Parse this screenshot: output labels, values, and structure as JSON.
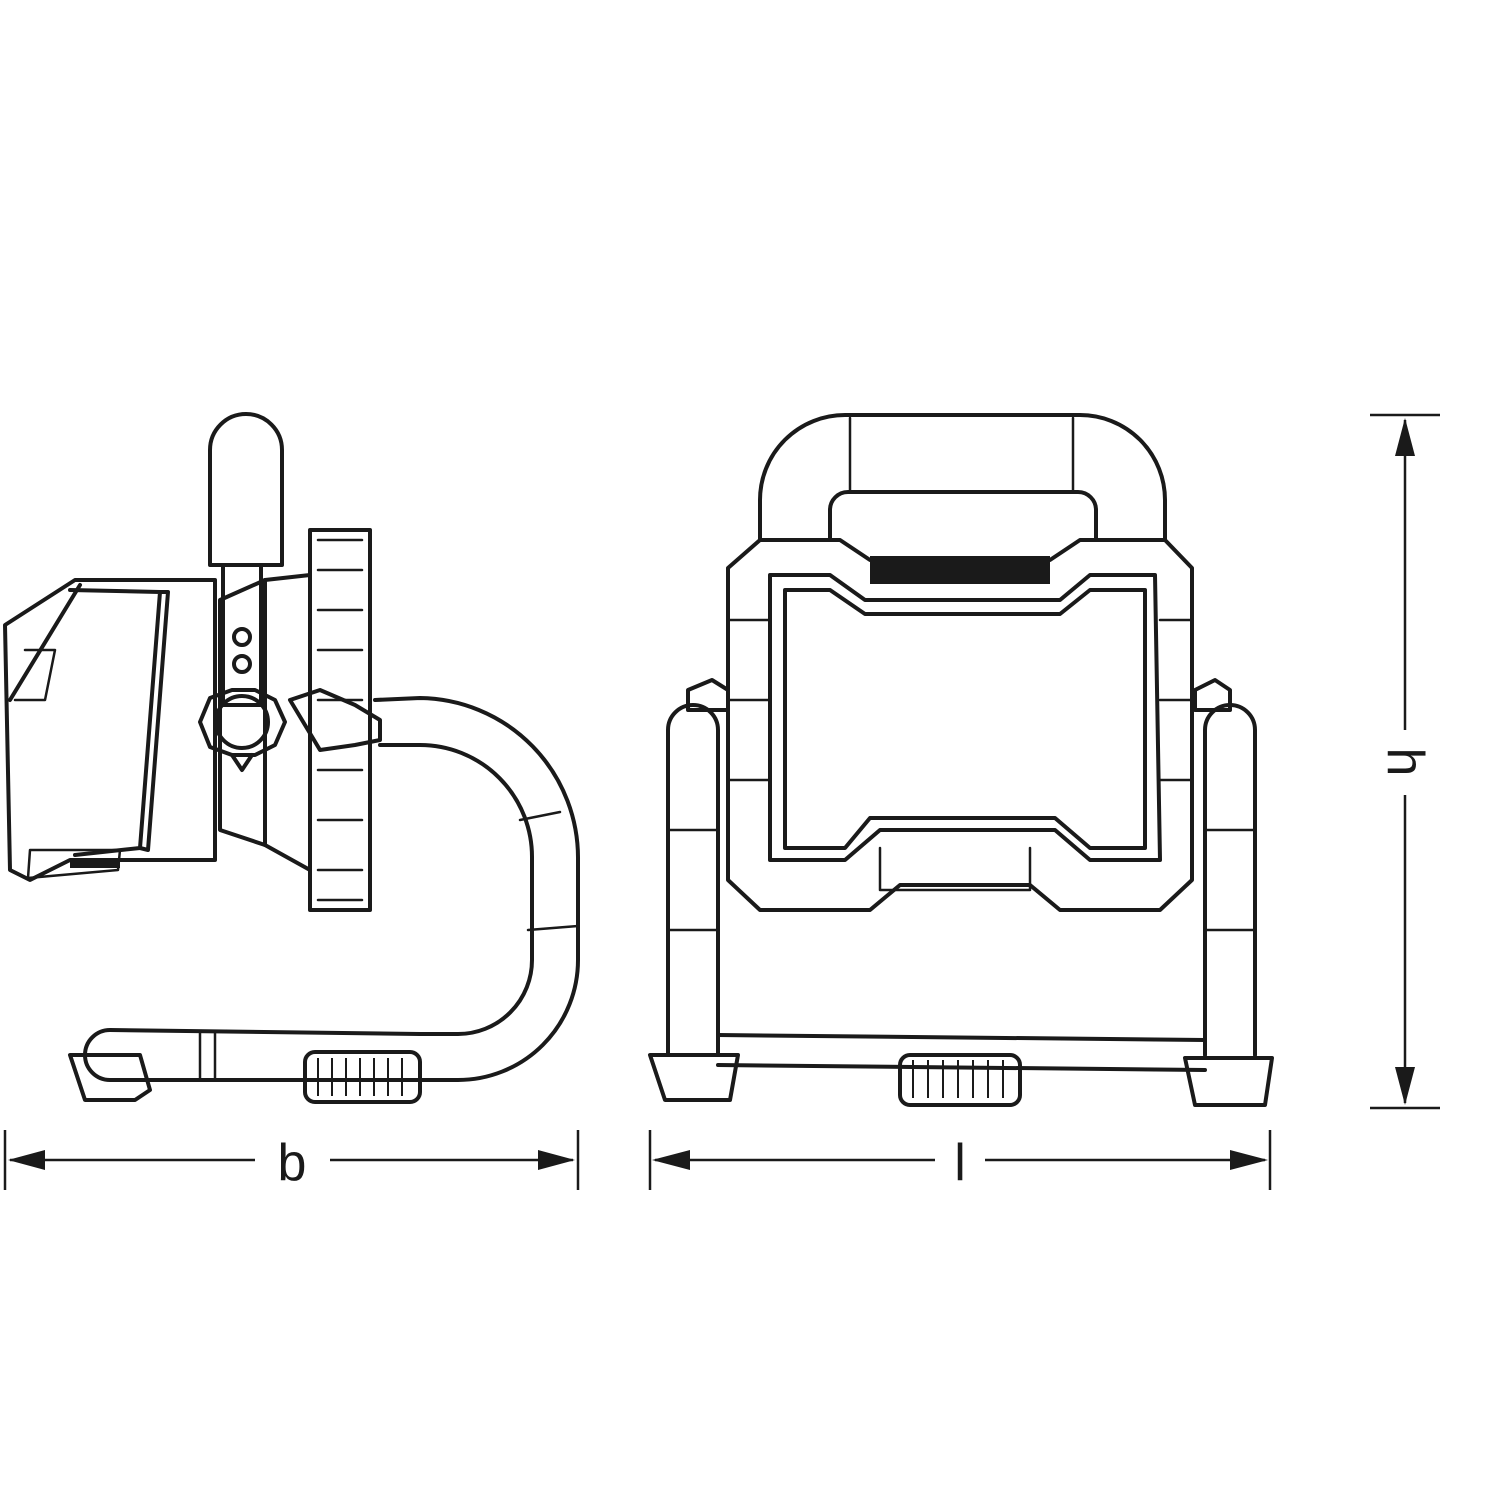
{
  "dimensions": {
    "depth_label": "b",
    "length_label": "l",
    "height_label": "h"
  },
  "colors": {
    "line": "#1a1a1a",
    "background": "#ffffff"
  }
}
